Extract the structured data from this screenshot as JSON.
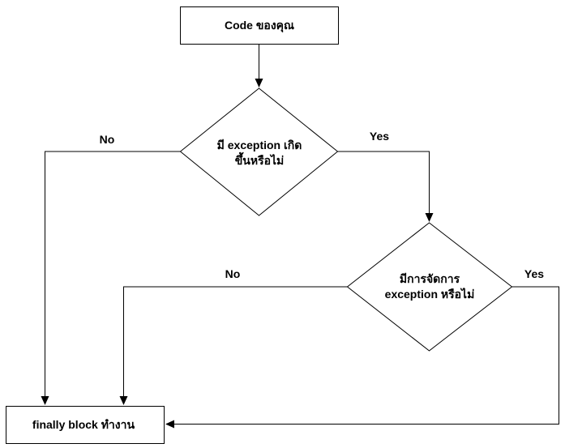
{
  "nodes": {
    "start": {
      "label": "Code ของคุณ"
    },
    "decision_exception": {
      "line1": "มี exception เกิด",
      "line2": "ขึ้นหรือไม่"
    },
    "decision_handled": {
      "line1": "มีการจัดการ",
      "line2": "exception หรือไม่"
    },
    "end": {
      "label": "finally block ทำงาน"
    }
  },
  "edges": {
    "exception_no": "No",
    "exception_yes": "Yes",
    "handled_no": "No",
    "handled_yes": "Yes"
  }
}
